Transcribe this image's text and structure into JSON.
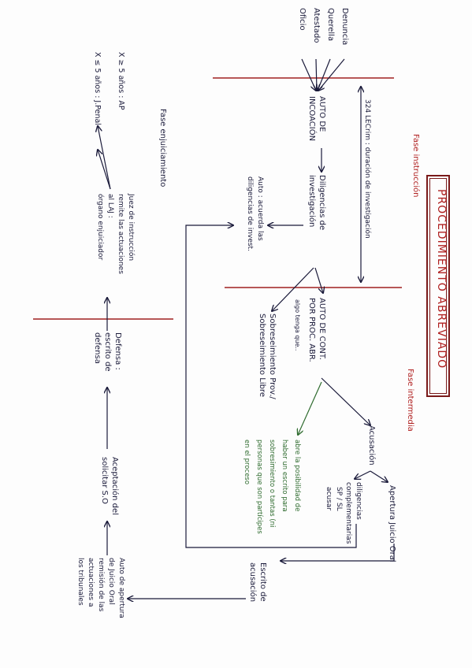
{
  "title": "PROCEDIMIENTO ABREVIADO",
  "phases": {
    "instruccion": "Fase instrucción",
    "intermedia": "Fase intermedia",
    "enjuiciamiento": "Fase enjuiciamiento"
  },
  "inicio": {
    "denuncia": "Denuncia",
    "querella": "Querella",
    "atestado": "Atestado",
    "oficio": "Oficio"
  },
  "instruccion": {
    "duracion": "324 LECrim : duración de investigación",
    "auto_incoacion": "AUTO DE\nINCOACIÓN",
    "diligencias": "Diligencias de\ninvestigación",
    "auto_acuerda": "Auto : acuerda las\ndiligencias de invest."
  },
  "intermedia": {
    "auto_continuacion": "AUTO DE CONT.\nPOR PROC. ABR.",
    "nota_continuacion": "algo tenga que..",
    "sobreseimiento": "Sobreseimiento Prov./\nSobreseimiento Libre",
    "acusacion": "Acusación",
    "abre_posibilidad": "abre la posibilidad de\nhaber un escrito para\nsobresimiento o tantas (ni\npersonas que son partícipes\nen el proceso",
    "diligencias_complementarias": "diligencias\ncomplementarias",
    "sp_sl": "SP / SL\nacusar",
    "apertura_juicio": "Apertura Juicio Oral",
    "escrito_acusacion": "Escrito de\nacusación"
  },
  "enjuiciamiento": {
    "auto_apertura": "Auto de apertura\nde Juicio Oral\nremisión de las\nactuaciones a\nlos tribunales",
    "aceptacion": "Aceptación del\nsolicitar S.O",
    "defensa": "Defensa :\nescrito de\ndefensa",
    "juez": "Juez de instrucción\nremite las actuaciones\nal LAJ :\nórgano enjuiciador",
    "ap": "X ≥ 5 años : AP",
    "jpenal": "X ≤ 5 años : J.Penal"
  }
}
